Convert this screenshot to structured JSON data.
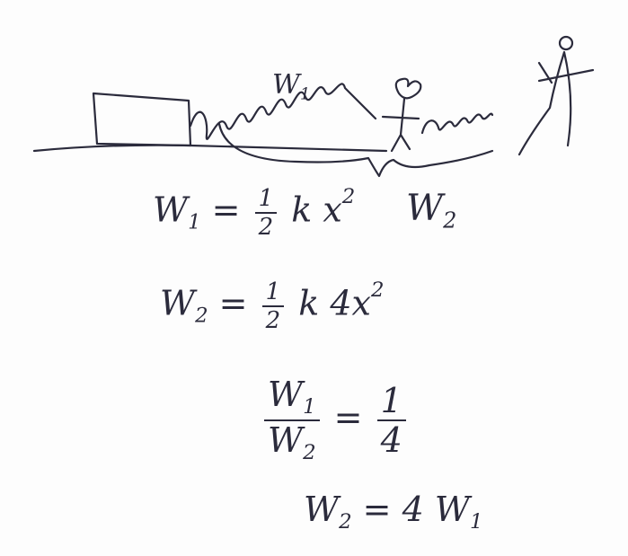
{
  "sketch": {
    "spring_label": {
      "main": "W",
      "sub": "1"
    },
    "right_label": {
      "main": "W",
      "sub": "2"
    }
  },
  "equations": {
    "eq1": {
      "lhs_main": "W",
      "lhs_sub": "1",
      "equals": "=",
      "frac_num": "1",
      "frac_den": "2",
      "rest": "k x",
      "exp": "2"
    },
    "eq2": {
      "lhs_main": "W",
      "lhs_sub": "2",
      "equals": "=",
      "frac_num": "1",
      "frac_den": "2",
      "rest": "k 4x",
      "exp": "2"
    },
    "eq3": {
      "num_main": "W",
      "num_sub": "1",
      "den_main": "W",
      "den_sub": "2",
      "equals": "=",
      "rhs_num": "1",
      "rhs_den": "4"
    },
    "eq4": {
      "lhs_main": "W",
      "lhs_sub": "2",
      "equals": "=",
      "rhs": "4 W",
      "rhs_sub": "1"
    }
  }
}
